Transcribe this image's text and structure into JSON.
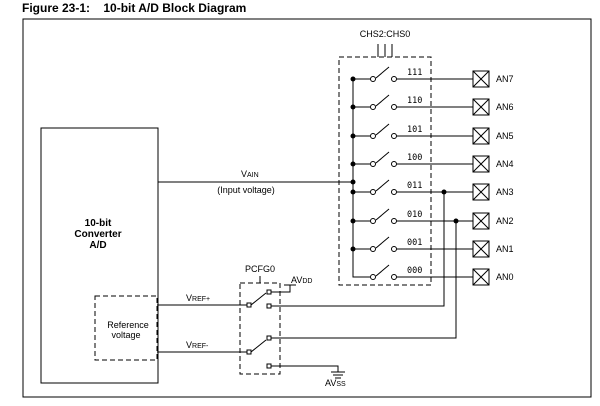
{
  "figure": {
    "number": "Figure 23-1:",
    "title": "10-bit A/D Block Diagram"
  },
  "converter": {
    "line1": "10-bit",
    "line2": "Converter",
    "line3": "A/D"
  },
  "reference": {
    "line1": "Reference",
    "line2": "voltage"
  },
  "mux": {
    "select_label": "CHS2:CHS0",
    "codes": [
      "111",
      "110",
      "101",
      "100",
      "011",
      "010",
      "001",
      "000"
    ],
    "channels": [
      "AN7",
      "AN6",
      "AN5",
      "AN4",
      "AN3",
      "AN2",
      "AN1",
      "AN0"
    ]
  },
  "signals": {
    "vain_main": "V",
    "vain_sub": "AIN",
    "input_voltage": "(Input voltage)",
    "vref_plus_main": "V",
    "vref_plus_sub": "REF+",
    "vref_minus_main": "V",
    "vref_minus_sub": "REF-",
    "pcfg0": "PCFG0",
    "avdd_main": "AV",
    "avdd_sub": "DD",
    "avss_main": "AV",
    "avss_sub": "SS"
  }
}
